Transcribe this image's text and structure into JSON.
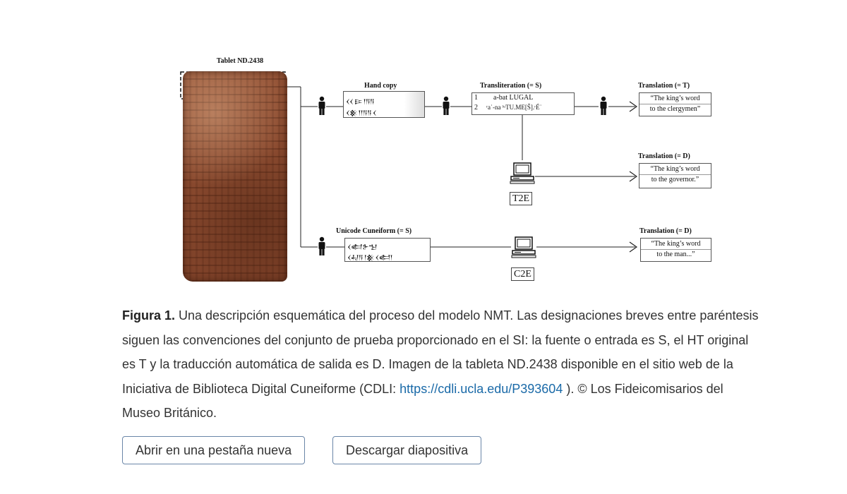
{
  "figure": {
    "tablet_title": "Tablet ND.2438",
    "hand_copy_label": "Hand copy",
    "hand_copy_glyphs": [
      "𒌋𒌋 𒄿 𒁹𒀀𒀀",
      "𒌋𒆜 𒁹𒁹𒀀𒀀 𒌋"
    ],
    "transliteration_label": "Transliteration (= S)",
    "transliteration_lines": [
      {
        "num": "1",
        "text": "a-bat LUGAL"
      },
      {
        "num": "2",
        "text": "ʳaʾ-na ˡᵘTU.ME[Š].ʳÉʾ"
      }
    ],
    "translation_t_label": "Translation (= T)",
    "translation_t_lines": [
      "“The king’s word",
      "to the clergymen”"
    ],
    "translation_d1_label": "Translation (= D)",
    "translation_d1_lines": [
      "“The king’s word",
      "to the governor.”"
    ],
    "t2e_label": "T2E",
    "unicode_label": "Unicode Cuneiform (= S)",
    "unicode_glyphs": [
      "𒌋𒅗𒉿𒈠",
      "𒌋𒄷𒀀 𒁹𒆜 𒌋𒅗𒁹"
    ],
    "translation_d2_label": "Translation (= D)",
    "translation_d2_lines": [
      "“The king’s word",
      "to the man...”"
    ],
    "c2e_label": "C2E"
  },
  "caption": {
    "prefix": "Figura 1.",
    "text": " Una descripción esquemática del proceso del modelo NMT. Las designaciones breves entre paréntesis siguen las convenciones del conjunto de prueba proporcionado en el SI: la fuente o entrada es S, el HT original es T y la traducción automática de salida es D. Imagen de la tableta ND.2438 disponible en el sitio web de la Iniciativa de Biblioteca Digital Cuneiforme (CDLI: ",
    "link_text": "https://cdli.ucla.edu/P393604",
    "suffix": " ). © Los Fideicomisarios del Museo Británico."
  },
  "buttons": {
    "open_new_tab": "Abrir en una pestaña nueva",
    "download_slide": "Descargar diapositiva"
  },
  "colors": {
    "link": "#1a6aa8",
    "button_border": "#6a86a8"
  }
}
